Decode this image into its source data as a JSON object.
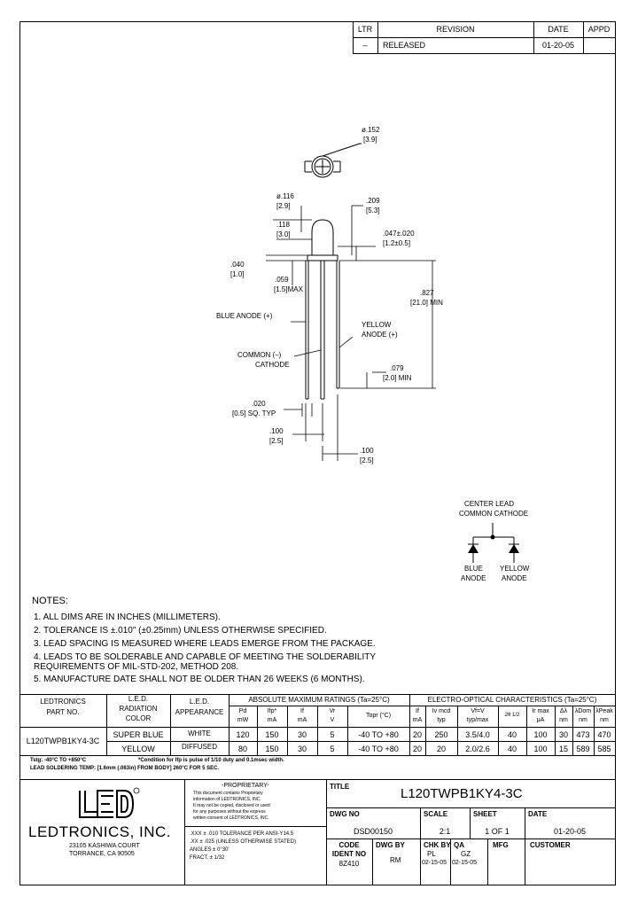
{
  "revision_block": {
    "headers": {
      "ltr": "LTR",
      "revision": "REVISION",
      "date": "DATE",
      "appd": "APPD"
    },
    "row": {
      "ltr": "–",
      "revision": "RELEASED",
      "date": "01-20-05",
      "appd": ""
    }
  },
  "drawing": {
    "dia_top": "ø.152",
    "dia_top_mm": "[3.9]",
    "dia_body": "ø.116",
    "dia_body_mm": "[2.9]",
    "len_209": ".209",
    "len_209_mm": "[5.3]",
    "len_118": ".118",
    "len_118_mm": "[3.0]",
    "len_047": ".047±.020",
    "len_047_mm": "[1.2±0.5]",
    "len_040": ".040",
    "len_040_mm": "[1.0]",
    "len_059": ".059",
    "len_059_mm": "[1.5]MAX",
    "len_827": ".827",
    "len_827_mm": "[21.0] MIN",
    "blue_anode": "BLUE ANODE (+)",
    "yellow_anode_1": "YELLOW",
    "yellow_anode_2": "ANODE (+)",
    "common_1": "COMMON (–)",
    "common_2": "CATHODE",
    "len_079": ".079",
    "len_079_mm": "[2.0] MIN",
    "len_020": ".020",
    "len_020_mm": "[0.5] SQ. TYP",
    "len_100a": ".100",
    "len_100a_mm": "[2.5]",
    "len_100b": ".100",
    "len_100b_mm": "[2.5]"
  },
  "schematic": {
    "title_1": "CENTER LEAD",
    "title_2": "COMMON CATHODE",
    "blue_1": "BLUE",
    "blue_2": "ANODE",
    "yellow_1": "YELLOW",
    "yellow_2": "ANODE"
  },
  "notes": {
    "heading": "NOTES:",
    "items": [
      "1.  ALL DIMS ARE IN INCHES (MILLIMETERS).",
      "2.  TOLERANCE IS ±.010\" (±0.25mm) UNLESS OTHERWISE SPECIFIED.",
      "3.  LEAD SPACING IS MEASURED WHERE LEADS EMERGE FROM THE PACKAGE.",
      "4.  LEADS TO BE SOLDERABLE AND CAPABLE OF MEETING THE SOLDERABILITY",
      "     REQUIREMENTS OF MIL-STD-202, METHOD 208.",
      "5.  MANUFACTURE DATE SHALL NOT BE OLDER THAN 26 WEEKS (6 MONTHS)."
    ]
  },
  "spec_table": {
    "h_part_1": "LEDTRONICS",
    "h_part_2": "PART NO.",
    "h_color_1": "L.E.D.",
    "h_color_2": "RADIATION",
    "h_color_3": "COLOR",
    "h_app_1": "L.E.D.",
    "h_app_2": "APPEARANCE",
    "h_abs": "ABSOLUTE MAXIMUM RATINGS (Ta=25°C)",
    "h_eo": "ELECTRO-OPTICAL CHARACTERISTICS (Ta=25°C)",
    "sub": {
      "pd": "Pd",
      "pd_u": "mW",
      "ifp": "Ifp*",
      "ifp_u": "mA",
      "if": "If",
      "if_u": "mA",
      "vr": "Vr",
      "vr_u": "V",
      "topr": "Topr (°C)",
      "if2": "If",
      "if2_u": "mA",
      "iv": "Iv mcd",
      "iv_u": "typ",
      "vf": "Vf=V",
      "vf_u": "typ/max",
      "ang": "2θ 1/2",
      "ir": "Ir max",
      "ir_u": "μA",
      "dl": "Δλ",
      "dl_u": "nm",
      "lp": "λDom",
      "lp_u": "nm",
      "lpk": "λPeak",
      "lpk_u": "nm"
    },
    "part_no": "L120TWPB1KY4-3C",
    "appearance_1": "WHITE",
    "appearance_2": "DIFFUSED",
    "rows": [
      {
        "color": "SUPER BLUE",
        "pd": "120",
        "ifp": "150",
        "if": "30",
        "vr": "5",
        "topr": "-40  TO  +80",
        "if2": "20",
        "iv": "250",
        "vf": "3.5/4.0",
        "ang": "40",
        "ir": "100",
        "dl": "30",
        "lp": "473",
        "lpk": "470"
      },
      {
        "color": "YELLOW",
        "pd": "80",
        "ifp": "150",
        "if": "30",
        "vr": "5",
        "topr": "-40  TO  +80",
        "if2": "20",
        "iv": "20",
        "vf": "2.0/2.6",
        "ang": "40",
        "ir": "100",
        "dl": "15",
        "lp": "589",
        "lpk": "585"
      }
    ],
    "footnote_1": "Tstg: -40°C TO +850°C",
    "footnote_2": "LEAD SOLDERING TEMP: [1.6mm (.063in) FROM BODY] 260°C FOR 5 SEC.",
    "footnote_3": "*Condition for Ifp is pulse of 1/10 duty and 0.1msec width."
  },
  "title_block": {
    "company": "LEDTRONICS, INC.",
    "address_1": "23105 KASHIWA COURT",
    "address_2": "TORRANCE, CA 90505",
    "proprietary_head": "-PROPRIETARY-",
    "proprietary_1": "This document contains Proprietary",
    "proprietary_2": "information of LEDTRONICS, INC.",
    "proprietary_3": "It may not be copied, disclosed or used",
    "proprietary_4": "for any purposes without the express",
    "proprietary_5": "written consent of LEDTRONICS, INC.",
    "tol_1": ".XXX ± .010    TOLERANCE PER ANSI-Y14.5",
    "tol_2": ".XX ± .025     (UNLESS OTHERWISE STATED)",
    "tol_3": "ANGLES ± 0°30'",
    "tol_4": "FRACT. ± 1/32",
    "title_label": "TITLE",
    "title_value": "L120TWPB1KY4-3C",
    "dwg_label": "DWG NO",
    "dwg_value": "DSD00150",
    "scale_label": "SCALE",
    "scale_value": "2:1",
    "sheet_label": "SHEET",
    "sheet_value": "1  OF  1",
    "date_label": "DATE",
    "date_value": "01-20-05",
    "code_label_1": "CODE",
    "code_label_2": "IDENT NO",
    "code_value": "8Z410",
    "dwg_by_label": "DWG BY",
    "dwg_by_value": "RM",
    "chk_label": "CHK BY",
    "chk_value": "PL",
    "chk_date": "02-15-05",
    "qa_label": "QA",
    "qa_value": "GZ",
    "qa_date": "02-15-05",
    "mfg_label": "MFG",
    "customer_label": "CUSTOMER"
  }
}
